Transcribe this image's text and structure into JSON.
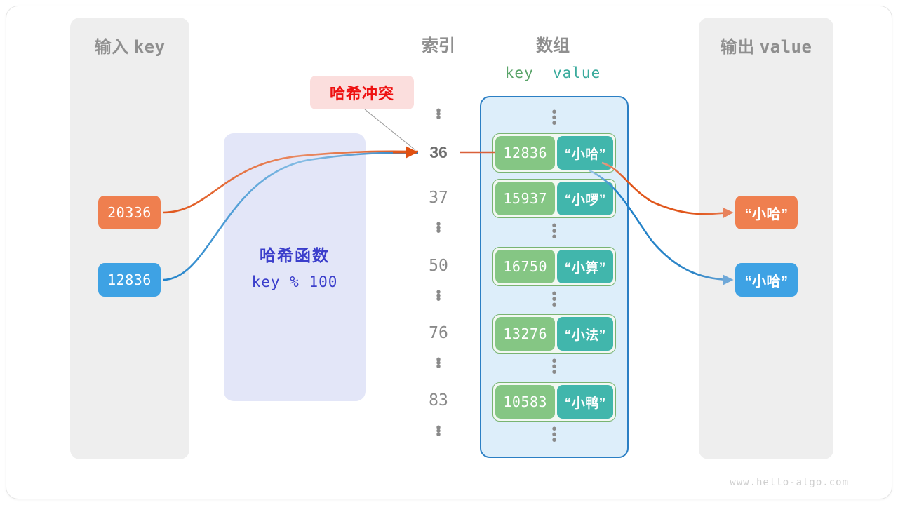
{
  "watermark": "www.hello-algo.com",
  "panels": {
    "input": {
      "title_cn": "输入",
      "title_mono": "key"
    },
    "output": {
      "title_cn": "输出",
      "title_mono": "value"
    }
  },
  "headings": {
    "index": "索引",
    "array": "数组",
    "key": "key",
    "value": "value"
  },
  "collision": {
    "label": "哈希冲突"
  },
  "hash_function": {
    "title": "哈希函数",
    "formula": "key % 100"
  },
  "index_column": [
    {
      "type": "dots",
      "label": "⋮"
    },
    {
      "type": "index",
      "label": "36",
      "highlighted": true
    },
    {
      "type": "index",
      "label": "37",
      "highlighted": false
    },
    {
      "type": "dots",
      "label": "⋮"
    },
    {
      "type": "index",
      "label": "50",
      "highlighted": false
    },
    {
      "type": "dots",
      "label": "⋮"
    },
    {
      "type": "index",
      "label": "76",
      "highlighted": false
    },
    {
      "type": "dots",
      "label": "⋮"
    },
    {
      "type": "index",
      "label": "83",
      "highlighted": false
    },
    {
      "type": "dots",
      "label": "⋮"
    }
  ],
  "array_rows": [
    {
      "key": "12836",
      "value": "“小哈”"
    },
    {
      "key": "15937",
      "value": "“小啰”"
    },
    {
      "key": "16750",
      "value": "“小算”"
    },
    {
      "key": "13276",
      "value": "“小法”"
    },
    {
      "key": "10583",
      "value": "“小鸭”"
    }
  ],
  "inputs": [
    {
      "label": "20336",
      "color": "#ef7f4f"
    },
    {
      "label": "12836",
      "color": "#3ea2e4"
    }
  ],
  "outputs": [
    {
      "label": "“小哈”",
      "color": "#ef7f4f"
    },
    {
      "label": "“小哈”",
      "color": "#3ea2e4"
    }
  ],
  "colors": {
    "panel_bg": "#eeeeee",
    "array_bg": "#ddeefa",
    "array_border": "#2b7fc4",
    "key_cell": "#85c684",
    "value_cell": "#41b6ac",
    "hash_box": "#e3e6f8",
    "hash_text": "#3b3ecb",
    "collision_bg": "#fbdedd",
    "collision_text": "#ee1111",
    "orange": "#ef7f4f",
    "blue": "#3ea2e4",
    "muted_text": "#8f8f8f"
  }
}
